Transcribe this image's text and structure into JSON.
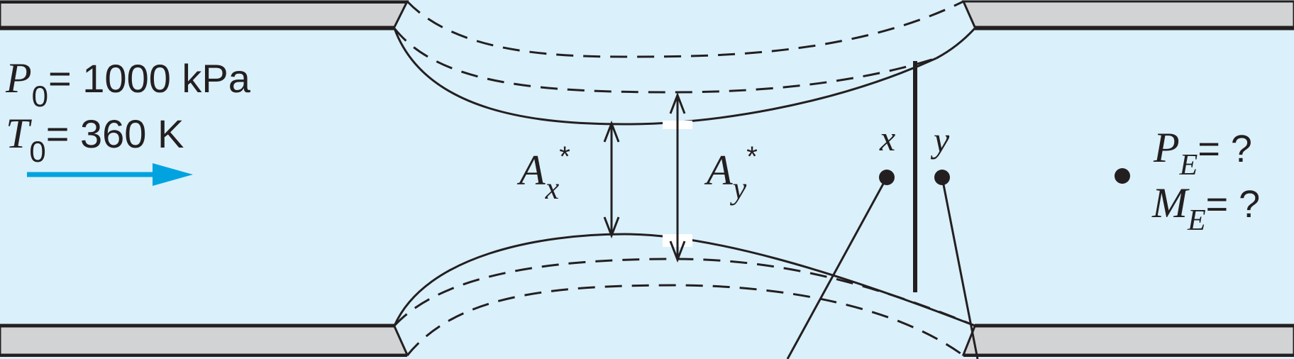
{
  "inlet": {
    "p0_symbol": "P",
    "p0_sub": "0",
    "p0_value": "= 1000 kPa",
    "t0_symbol": "T",
    "t0_sub": "0",
    "t0_value": "= 360 K"
  },
  "throat_areas": {
    "ax_symbol": "A",
    "ax_sub": "x",
    "ax_star": "*",
    "ay_symbol": "A",
    "ay_sub": "y",
    "ay_star": "*"
  },
  "shock_points": {
    "x_label": "x",
    "y_label": "y"
  },
  "exit": {
    "pe_symbol": "P",
    "pe_sub": "E",
    "pe_value": "= ?",
    "me_symbol": "M",
    "me_sub": "E",
    "me_value": "= ?"
  },
  "colors": {
    "background": "#daf0fb",
    "wall": "#d1d3d4",
    "line": "#231f20",
    "flow_arrow": "#00a3e0"
  },
  "icons": {
    "flow_direction": "right-arrow-icon"
  }
}
